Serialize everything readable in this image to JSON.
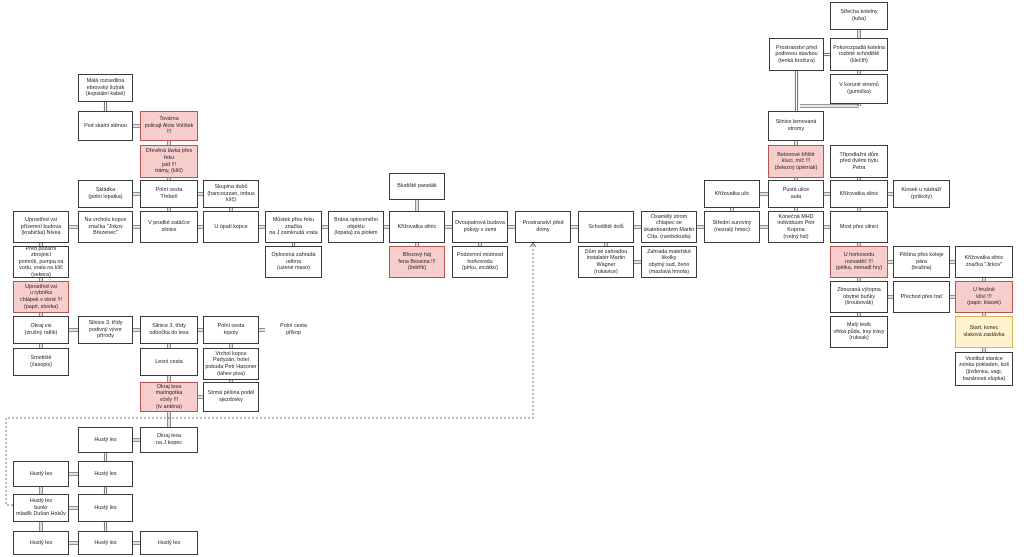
{
  "diagram": {
    "nodes": [
      {
        "id": "strecha",
        "text": "Střecha kotelny\n(tuba)",
        "style": "plain"
      },
      {
        "id": "prostor-budova",
        "text": "Prostranství před\npodivnou stavbou\n(tenká brožura)",
        "style": "plain"
      },
      {
        "id": "kotelna",
        "text": "Pokorozpadlá kotelna\nrozbité schodiště\n(klečíři)",
        "style": "plain"
      },
      {
        "id": "koruna",
        "text": "V koruně stromů\n(gumička)",
        "style": "plain"
      },
      {
        "id": "rozcesti",
        "text": "Malá rozsedlina\nebrovský šutrák\n(kopsiální kabel)",
        "style": "plain"
      },
      {
        "id": "pod-skalni",
        "text": "Pod skalní stěnou",
        "style": "plain"
      },
      {
        "id": "tovarna",
        "text": "Továrna\npolicajt Alois Volíšek\n!!!",
        "style": "red"
      },
      {
        "id": "silnice-lemovana",
        "text": "Silnice lemovaná\nstromy",
        "style": "plain"
      },
      {
        "id": "drevena-lavka",
        "text": "Dřevěná lávka přes\nřeku\njsid !!!\ntrámy, (klíč)",
        "style": "red"
      },
      {
        "id": "betonove",
        "text": "Betonové hřiště\nkluci, míč !!!\n(železný úpěrnák)",
        "style": "red"
      },
      {
        "id": "tripodlazni",
        "text": "Třípodlažní dům\npřed dvěmi bytu\nPetra",
        "style": "plain"
      },
      {
        "id": "bludiste",
        "text": "Bludiště panelák",
        "style": "plain"
      },
      {
        "id": "skladka",
        "text": "Skládka\n(polní lopatka)",
        "style": "plain"
      },
      {
        "id": "polni-cesta-treben",
        "text": "Polní cesta\nTřebeň",
        "style": "plain"
      },
      {
        "id": "skupina-dubu",
        "text": "Skupina dubů\n(hancourzan, imbus\nklíč)",
        "style": "plain"
      },
      {
        "id": "krizovatka-ulic",
        "text": "Křižovatka ulic",
        "style": "plain"
      },
      {
        "id": "pusta-ulice",
        "text": "Pustá ulice\nauta",
        "style": "plain"
      },
      {
        "id": "krizovatka-silnic-r",
        "text": "Křižovatka silnic",
        "style": "plain"
      },
      {
        "id": "kiosek",
        "text": "Kiosek u nádraží\n(prškoty)",
        "style": "plain"
      },
      {
        "id": "uprostred-vsi",
        "text": "Uprostřed vsi\npřízemní budova\n(krabička) Nivea",
        "style": "plain"
      },
      {
        "id": "na-vrcholu",
        "text": "Na vrcholu kopce\nznačka \"Jirkov\nBřezenec\"",
        "style": "plain"
      },
      {
        "id": "v-prudke",
        "text": "V prudké zatáčce\nsilnice",
        "style": "plain"
      },
      {
        "id": "u-upati",
        "text": "U úpatí kopce",
        "style": "plain"
      },
      {
        "id": "mustek",
        "text": "Můstek přes řeku\nznačka\nna J zamknutá vrata",
        "style": "plain"
      },
      {
        "id": "brana",
        "text": "Brána oploceného\nobjektu\n(lopata) za plotem",
        "style": "plain"
      },
      {
        "id": "krizovatka-silnic",
        "text": "Křižovatka silnic",
        "style": "plain"
      },
      {
        "id": "dvoupatrova",
        "text": "Dvoupatrová budova\npokojy v zemi",
        "style": "plain"
      },
      {
        "id": "prostranstvi-domy",
        "text": "Prostranství před\ndomy",
        "style": "plain"
      },
      {
        "id": "schodiste-dolu",
        "text": "Schodiště dolů",
        "style": "plain"
      },
      {
        "id": "osamely",
        "text": "Osamělý strom\nchlapec se\nskateboardem Martin\nCíta. (rambokuda)",
        "style": "plain"
      },
      {
        "id": "stredni",
        "text": "Střední suroviny\n(nezralý hmec)",
        "style": "plain"
      },
      {
        "id": "konecna",
        "text": "Konečná MHD\nindividuum Petr\nKoprna\n(rodný list)",
        "style": "plain"
      },
      {
        "id": "most",
        "text": "Most přes silnici",
        "style": "plain"
      },
      {
        "id": "pred-pozarni",
        "text": "Před požární zbrojnicí\npomník, pumpa na\nvodu, vrata na klíč\n(sekera)",
        "style": "plain"
      },
      {
        "id": "oplocena",
        "text": "Oplocená zahrada\nudírna\n(uzené maso)",
        "style": "plain"
      },
      {
        "id": "brezovy",
        "text": "Březový háj\nfena Bessina !!!\n(žebřík)",
        "style": "red"
      },
      {
        "id": "podzemni",
        "text": "Podzemní místnost\nhorkovodu\n(pírku, zrcátko)",
        "style": "plain"
      },
      {
        "id": "dum-zahradou",
        "text": "Dům se zahradou\ninstalatér Martin\nWägner\n(rukavice)",
        "style": "plain"
      },
      {
        "id": "zahrada-materske",
        "text": "Zahrada mateřské\nškolky\nobytný sud, ženo\n(mazlavá hmota)",
        "style": "plain"
      },
      {
        "id": "u-horkovodu",
        "text": "U horkovodu\nrozvaděč !!!\n(pětka, menadl hry)",
        "style": "red"
      },
      {
        "id": "pesina",
        "text": "Pěšina přes koleje\npára\n(brašna)",
        "style": "plain"
      },
      {
        "id": "krizovatka-jirkov",
        "text": "Křižovatka silnic\nznačka \"Jirkov\"",
        "style": "plain"
      },
      {
        "id": "uprostred-rybnika",
        "text": "Uprostřed vsi\nu rybníka\nchlápek v okně !!!\n(papír, stovka)",
        "style": "red"
      },
      {
        "id": "zbourana",
        "text": "Zbouraná výtopna\nobytné buňky\n(šroubovák)",
        "style": "plain"
      },
      {
        "id": "prechod",
        "text": "Přechod přes trať",
        "style": "plain"
      },
      {
        "id": "u-hrusne",
        "text": "U hrušně\nklíví !!!\n(papír, klacek)",
        "style": "red"
      },
      {
        "id": "okraj-vsi",
        "text": "Okraj vsi\n(zrušný ratlík)",
        "style": "plain"
      },
      {
        "id": "silnice3-vyvor",
        "text": "Silnice 3. třídy\npodivný vývor přírody",
        "style": "plain"
      },
      {
        "id": "silnice3-odbocka",
        "text": "Silnice 3. třídy\nodbočka do lesa",
        "style": "plain"
      },
      {
        "id": "polni-topoly",
        "text": "Polní cesta\ntopoly",
        "style": "plain"
      },
      {
        "id": "polni-prikop",
        "text": "Polní cesta\npříkop",
        "style": "txt"
      },
      {
        "id": "start",
        "text": "Start, konec\nvlaková zastávka",
        "style": "yel"
      },
      {
        "id": "maly-lesik",
        "text": "Malý lesík\nvlhká půda, trsy trávy\n(ruksak)",
        "style": "plain"
      },
      {
        "id": "smetiste",
        "text": "Smetiště\n(časopis)",
        "style": "plain"
      },
      {
        "id": "lesni-cesta",
        "text": "Lesní cesta",
        "style": "plain"
      },
      {
        "id": "vrchol-partyzan",
        "text": "Vrchol kopce\nPartyzán, hotel\npobuda Petr Hasoner\n(láhev piva)",
        "style": "plain"
      },
      {
        "id": "vestibul",
        "text": "Vestibul stanice\nzvinka pokladen, koš\n(jízdenka, vagi,\nbanánová slupka)",
        "style": "plain"
      },
      {
        "id": "okraj-lesa-maringotka",
        "text": "Okraj lesa\nmaringotka\nvčely !!!\n(tv anténa)",
        "style": "red"
      },
      {
        "id": "strmi-pesina",
        "text": "Strmá pěšina podél\nsjezdovky",
        "style": "plain"
      },
      {
        "id": "husty-1",
        "text": "Hustý les",
        "style": "plain"
      },
      {
        "id": "okraj-lesa-jkopec",
        "text": "Okraj lesa\nna J kopec",
        "style": "plain"
      },
      {
        "id": "husty-2",
        "text": "Hustý les",
        "style": "plain"
      },
      {
        "id": "husty-3",
        "text": "Hustý les",
        "style": "plain"
      },
      {
        "id": "husty-bunkr",
        "text": "Hustý les\nbunkr\nmladík Dušan Hokův",
        "style": "plain"
      },
      {
        "id": "husty-4",
        "text": "Hustý les",
        "style": "plain"
      },
      {
        "id": "husty-5",
        "text": "Hustý les",
        "style": "plain"
      },
      {
        "id": "husty-6",
        "text": "Hustý les",
        "style": "plain"
      },
      {
        "id": "husty-7",
        "text": "Hustý les",
        "style": "plain"
      }
    ]
  }
}
